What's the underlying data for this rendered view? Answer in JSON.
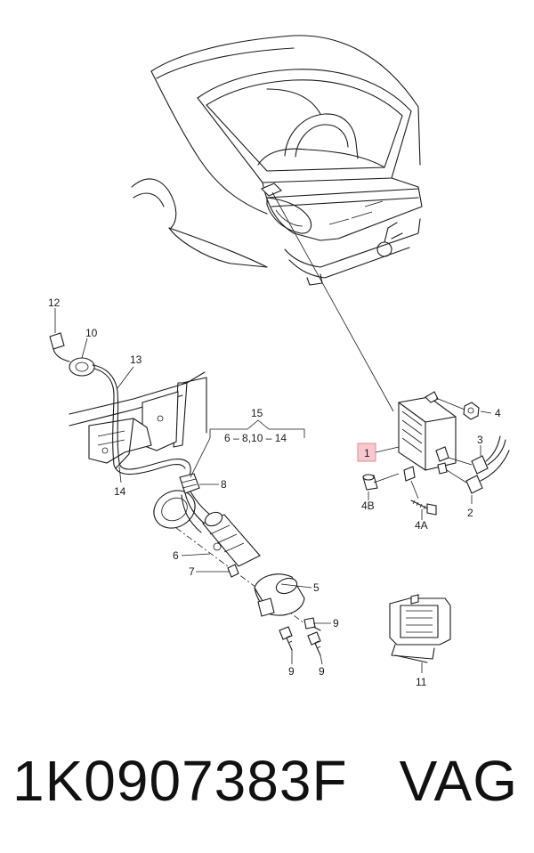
{
  "diagram": {
    "callouts": {
      "c1": "1",
      "c2": "2",
      "c3": "3",
      "c4": "4",
      "c4a": "4A",
      "c4b": "4B",
      "c5": "5",
      "c6": "6",
      "c7": "7",
      "c8": "8",
      "c9a": "9",
      "c9b": "9",
      "c9c": "9",
      "c10": "10",
      "c11": "11",
      "c12": "12",
      "c13": "13",
      "c14": "14",
      "c15": "15",
      "c15range": "6 – 8,10 – 14"
    },
    "highlight_color": "#f7c9cf"
  },
  "caption": {
    "part_number": "1K0907383F",
    "brand": "VAG"
  }
}
